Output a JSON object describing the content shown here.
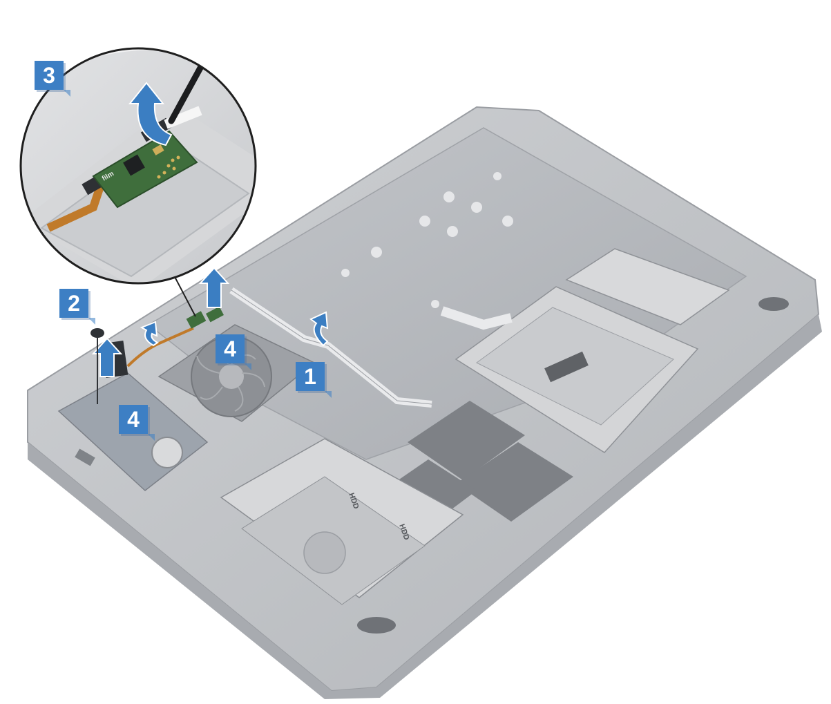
{
  "callouts": {
    "step_1": "1",
    "step_2": "2",
    "step_3": "3",
    "step_4a": "4",
    "step_4b": "4"
  },
  "board_labels": {
    "chip_brand": "film",
    "hdd_label_1": "HDD",
    "hdd_label_2": "HDD"
  },
  "colors": {
    "callout_blue": "#3d7fc4",
    "arrow_blue": "#3b7ec2",
    "chassis_gray": "#bfc1c5",
    "chassis_dark": "#8f9297",
    "pcb_green": "#3f6e3c",
    "flex_orange": "#c07a2a"
  },
  "icons": {
    "lift_arrow": "arrow-up-icon",
    "peel_arrow": "curved-arrow-icon",
    "screw": "screw-icon"
  }
}
